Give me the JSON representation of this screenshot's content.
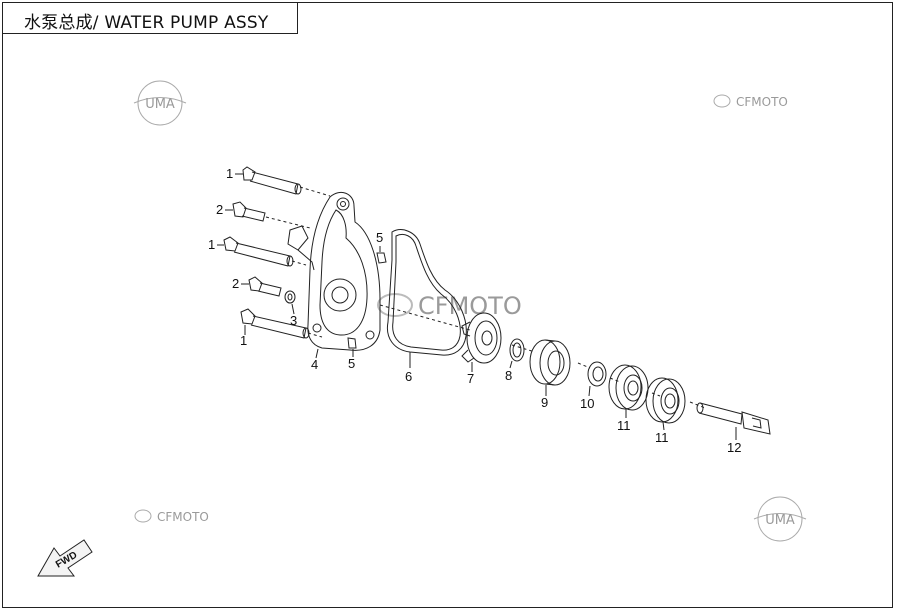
{
  "title": "水泵总成/ WATER PUMP ASSY",
  "watermarks": {
    "uma": "UMA",
    "cfmoto": "CFMOTO"
  },
  "fwd_label": "FWD",
  "callouts": {
    "p1a": "1",
    "p2a": "2",
    "p1b": "1",
    "p2b": "2",
    "p3": "3",
    "p1c": "1",
    "p4": "4",
    "p5a": "5",
    "p5b": "5",
    "p6": "6",
    "p7": "7",
    "p8": "8",
    "p9": "9",
    "p10": "10",
    "p11a": "11",
    "p11b": "11",
    "p12": "12"
  },
  "colors": {
    "line": "#222222",
    "watermark": "#9a9a9a"
  }
}
